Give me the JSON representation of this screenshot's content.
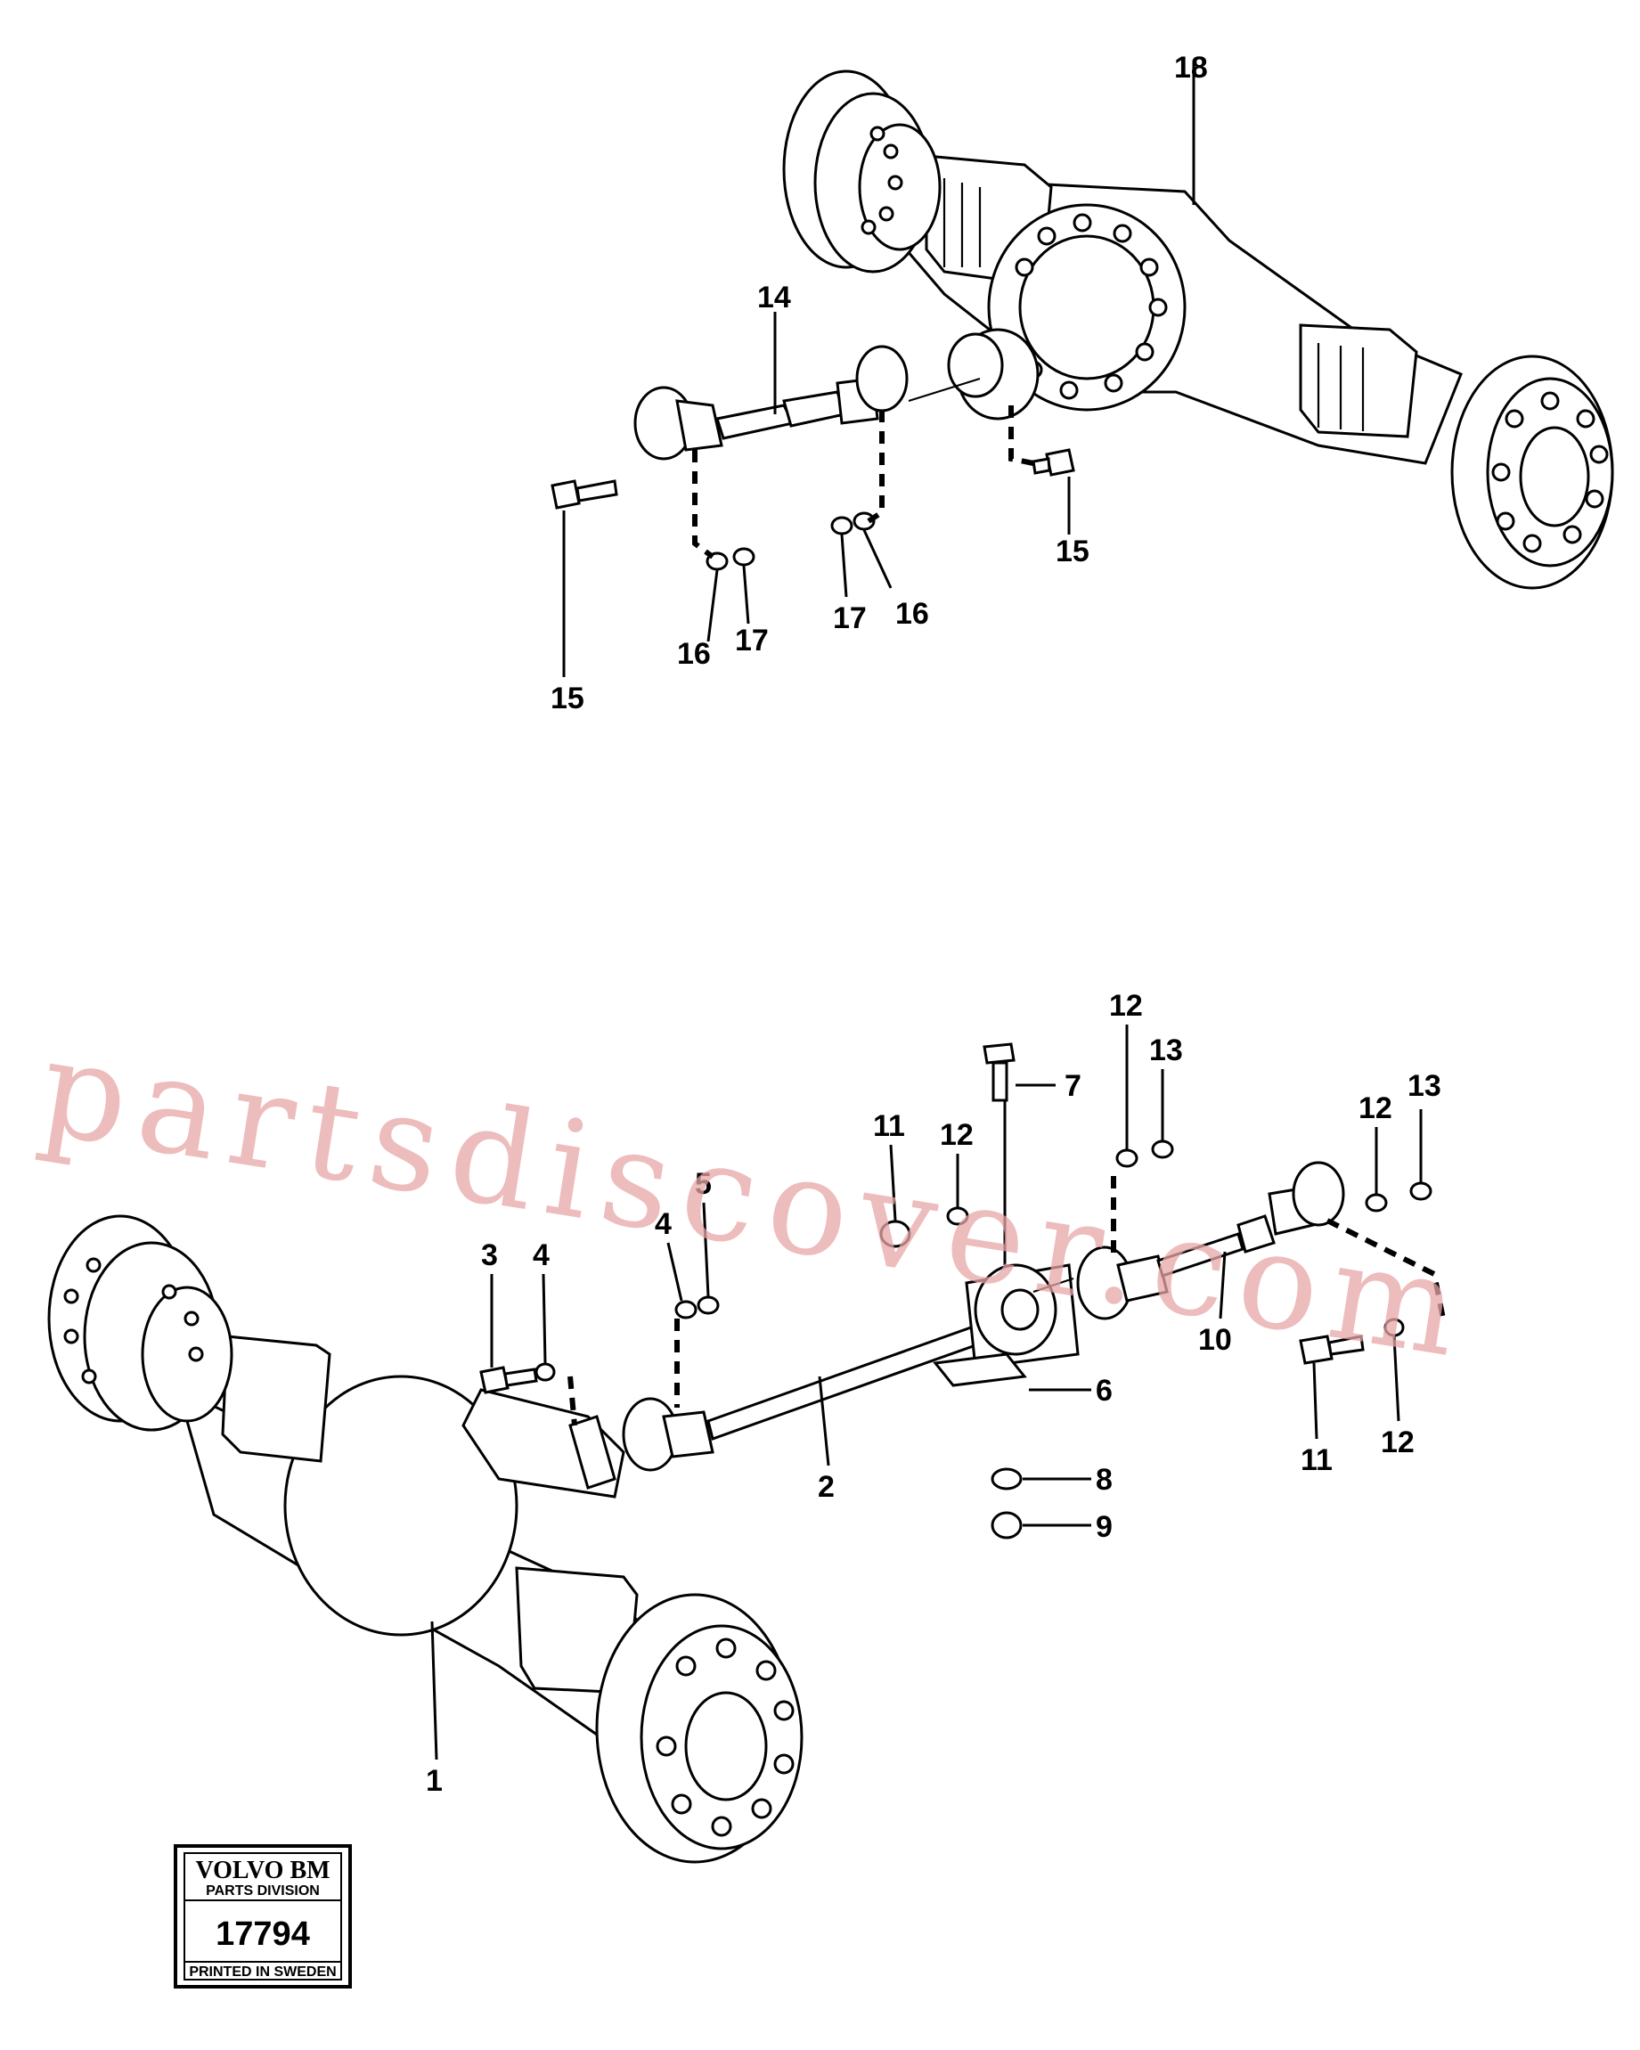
{
  "diagram": {
    "callouts_upper": [
      "18",
      "14",
      "15",
      "15",
      "16",
      "17",
      "17",
      "16"
    ],
    "callouts_lower": [
      "12",
      "13",
      "7",
      "11",
      "12",
      "12",
      "13",
      "3",
      "4",
      "4",
      "5",
      "10",
      "6",
      "2",
      "11",
      "12",
      "8",
      "9",
      "1"
    ]
  },
  "watermark": "partsdiscover.com",
  "badge": {
    "brand": "VOLVO BM",
    "division": "PARTS DIVISION",
    "number": "17794",
    "printed": "PRINTED IN SWEDEN"
  }
}
